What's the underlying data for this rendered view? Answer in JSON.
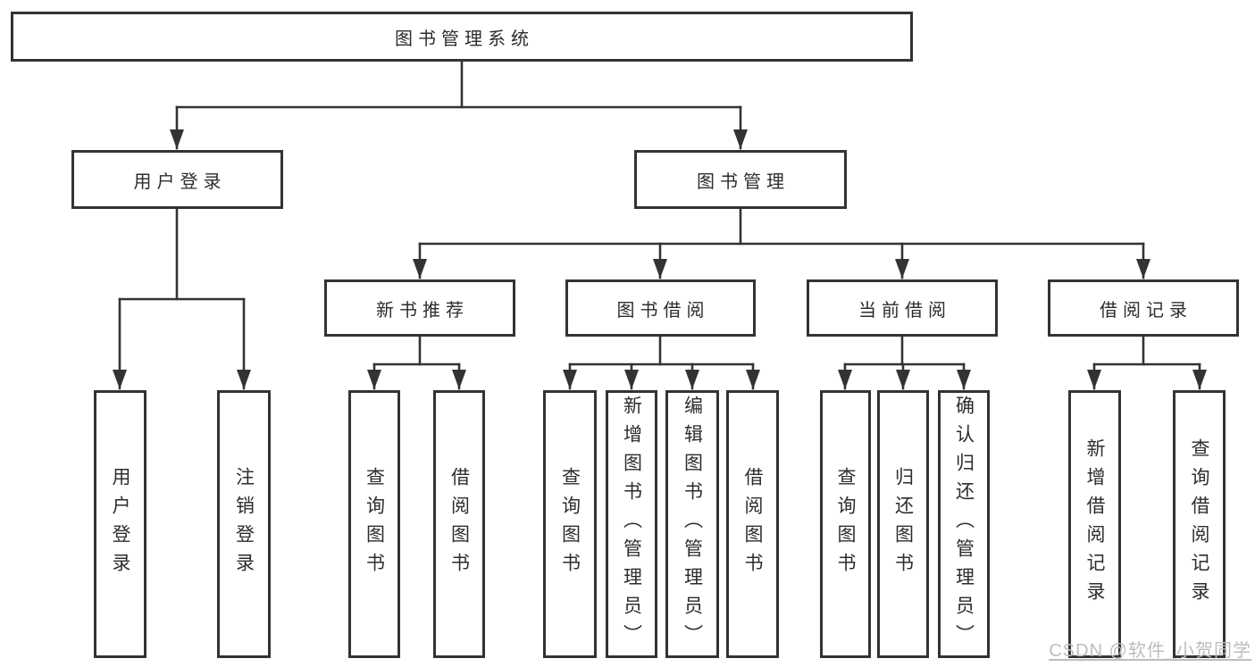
{
  "diagram": {
    "root": {
      "label": "图书管理系统"
    },
    "level2": [
      {
        "label": "用户登录",
        "parent": "图书管理系统"
      },
      {
        "label": "图书管理",
        "parent": "图书管理系统"
      }
    ],
    "level3": [
      {
        "label": "新书推荐",
        "parent": "图书管理"
      },
      {
        "label": "图书借阅",
        "parent": "图书管理"
      },
      {
        "label": "当前借阅",
        "parent": "图书管理"
      },
      {
        "label": "借阅记录",
        "parent": "图书管理"
      }
    ],
    "level4": [
      {
        "label": "用户登录",
        "parent": "用户登录"
      },
      {
        "label": "注销登录",
        "parent": "用户登录"
      },
      {
        "label": "查询图书",
        "parent": "新书推荐"
      },
      {
        "label": "借阅图书",
        "parent": "新书推荐"
      },
      {
        "label": "查询图书",
        "parent": "图书借阅"
      },
      {
        "label": "新增图书（管理员）",
        "parent": "图书借阅"
      },
      {
        "label": "编辑图书（管理员）",
        "parent": "图书借阅"
      },
      {
        "label": "借阅图书",
        "parent": "图书借阅"
      },
      {
        "label": "查询图书",
        "parent": "当前借阅"
      },
      {
        "label": "归还图书",
        "parent": "当前借阅"
      },
      {
        "label": "确认归还（管理员）",
        "parent": "当前借阅"
      },
      {
        "label": "新增借阅记录",
        "parent": "借阅记录"
      },
      {
        "label": "查询借阅记录",
        "parent": "借阅记录"
      }
    ]
  },
  "watermark": {
    "text": "CSDN @软件_小贺同学"
  },
  "colors": {
    "line": "#333333",
    "text": "#2d2d2d",
    "watermark": "#bdbdbd",
    "background": "#ffffff"
  }
}
